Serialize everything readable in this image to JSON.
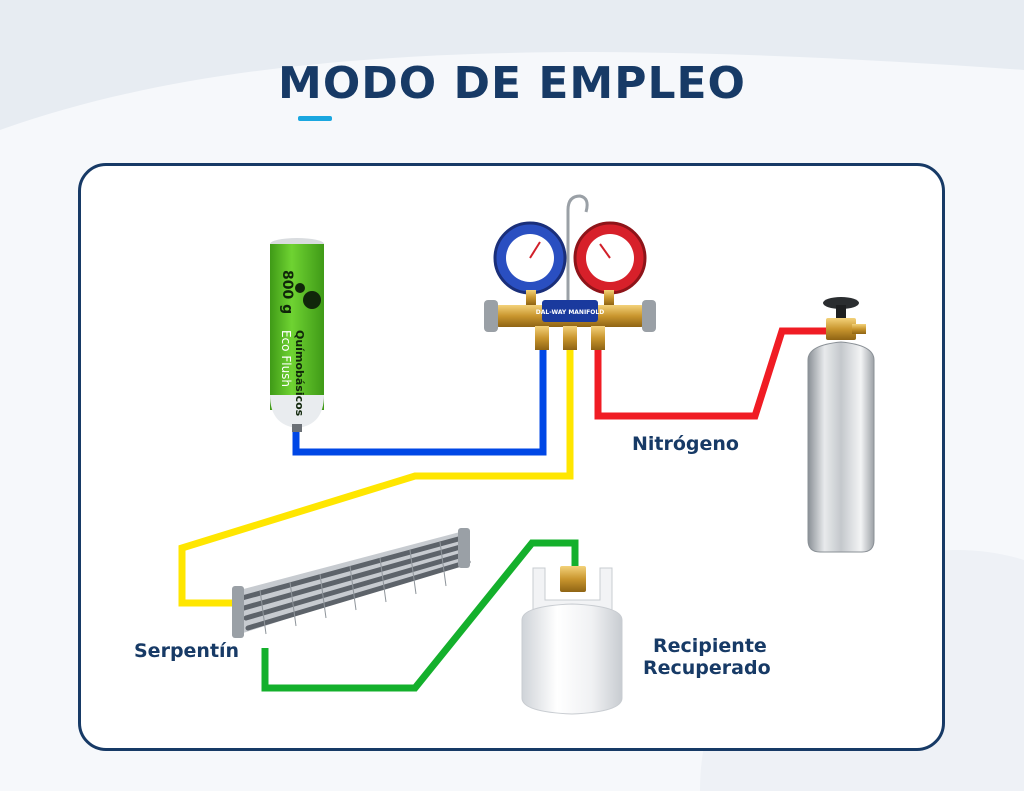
{
  "title": "MODO DE EMPLEO",
  "labels": {
    "nitrogen": "Nitrógeno",
    "coil": "Serpentín",
    "recovery_line1": "Recipiente",
    "recovery_line2": "Recuperado"
  },
  "can_text": {
    "brand": "Químobásicos",
    "product": "Eco Flush",
    "weight": "800 g"
  },
  "gauge_text": "DAL-WAY MANIFOLD",
  "colors": {
    "title": "#173a66",
    "accent": "#1aa7e0",
    "hose_blue": "#0047e6",
    "hose_yellow": "#ffe600",
    "hose_red": "#f01c24",
    "hose_green": "#14b02c",
    "can_green": "#5cc025"
  }
}
